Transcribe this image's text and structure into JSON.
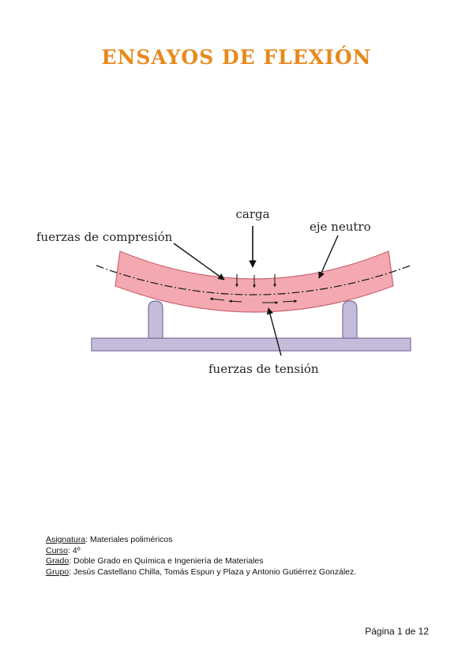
{
  "title": "ENSAYOS DE FLEXIÓN",
  "figure": {
    "label_carga": "carga",
    "label_compresion": "fuerzas de compresión",
    "label_eje": "eje neutro",
    "label_tension": "fuerzas de tensión",
    "colors": {
      "beam_fill": "#f4a9b2",
      "beam_stroke": "#c8646e",
      "support_fill": "#c5bcdc",
      "support_stroke": "#7c7299"
    }
  },
  "info": {
    "asignatura_label": "Asignatura",
    "asignatura_value": ": Materiales poliméricos",
    "curso_label": "Curso",
    "curso_value": ": 4º",
    "grado_label": "Grado",
    "grado_value": ": Doble Grado en Química e Ingeniería de Materiales",
    "grupo_label": "Grupo",
    "grupo_value": ": Jesús Castellano Chilla, Tomás Espun y Plaza y Antonio Gutiérrez González."
  },
  "footer": {
    "page": "Página 1 de 12"
  }
}
